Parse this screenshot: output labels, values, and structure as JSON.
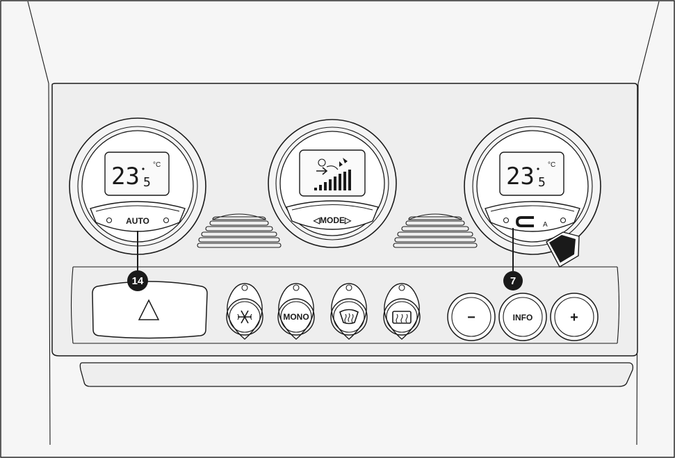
{
  "left_display": {
    "temp_main": "23",
    "temp_decimal": "5",
    "unit": "°C"
  },
  "right_display": {
    "temp_main": "23",
    "temp_decimal": "5",
    "unit": "°C"
  },
  "left_strip": {
    "label": "AUTO"
  },
  "center_strip": {
    "label": "◁MODE▷"
  },
  "right_strip": {
    "label": "A"
  },
  "buttons": {
    "ac_icon": "snowflake-icon",
    "mono": "MONO",
    "windshield_icon": "windshield-defrost-icon",
    "rear_icon": "rear-window-defrost-icon",
    "minus": "−",
    "info": "INFO",
    "plus": "+"
  },
  "callouts": {
    "left": "14",
    "right": "7"
  }
}
